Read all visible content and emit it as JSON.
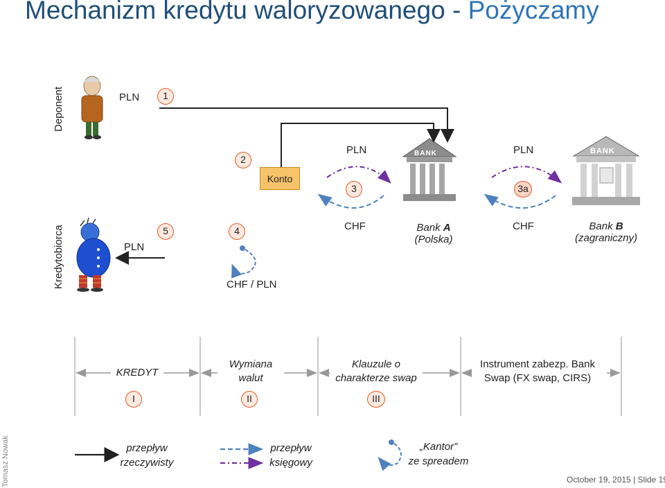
{
  "title": {
    "main": "Mechanizm kredytu waloryzowanego - ",
    "highlight": "Pożyczamy"
  },
  "rows": {
    "deponent": "Deponent",
    "kredytobiorca": "Kredytobiorca"
  },
  "labels": {
    "pln_top": "PLN",
    "konto": "Konto",
    "pln_a": "PLN",
    "pln_b": "PLN",
    "pln_left": "PLN",
    "chf_a": "CHF",
    "chf_b": "CHF",
    "chf_pln": "CHF / PLN",
    "bank_a_name": "Bank ",
    "bank_a_letter": "A",
    "bank_a_sub": "(Polska)",
    "bank_b_name": "Bank ",
    "bank_b_letter": "B",
    "bank_b_sub": "(zagraniczny)",
    "bank_sign": "BANK"
  },
  "steps": {
    "s1": "1",
    "s2": "2",
    "s3": "3",
    "s3a": "3a",
    "s4": "4",
    "s5": "5"
  },
  "phases": [
    {
      "num": "I",
      "line1": "KREDYT",
      "line2": ""
    },
    {
      "num": "II",
      "line1": "Wymiana",
      "line2": "walut"
    },
    {
      "num": "III",
      "line1": "Klauzule o",
      "line2": "charakterze swap"
    },
    {
      "num": "",
      "line1": "Instrument zabezp. Bank",
      "line2": "Swap (FX swap, CIRS)"
    }
  ],
  "legend": {
    "solid_line1": "przepływ",
    "solid_line2": "rzeczywisty",
    "dashed_line1": "przepływ",
    "dashed_line2": "księgowy",
    "kantor_line1": "„Kantor”",
    "kantor_line2": "ze spreadem"
  },
  "author": "Tomasz Nowak",
  "footer": {
    "date": "October 19, 2015",
    "sep": "|",
    "slide": "Slide 19"
  },
  "colors": {
    "blue": "#4f81bd",
    "purple": "#7030a0",
    "orange": "#e05a2b",
    "title": "#1f4e79"
  }
}
